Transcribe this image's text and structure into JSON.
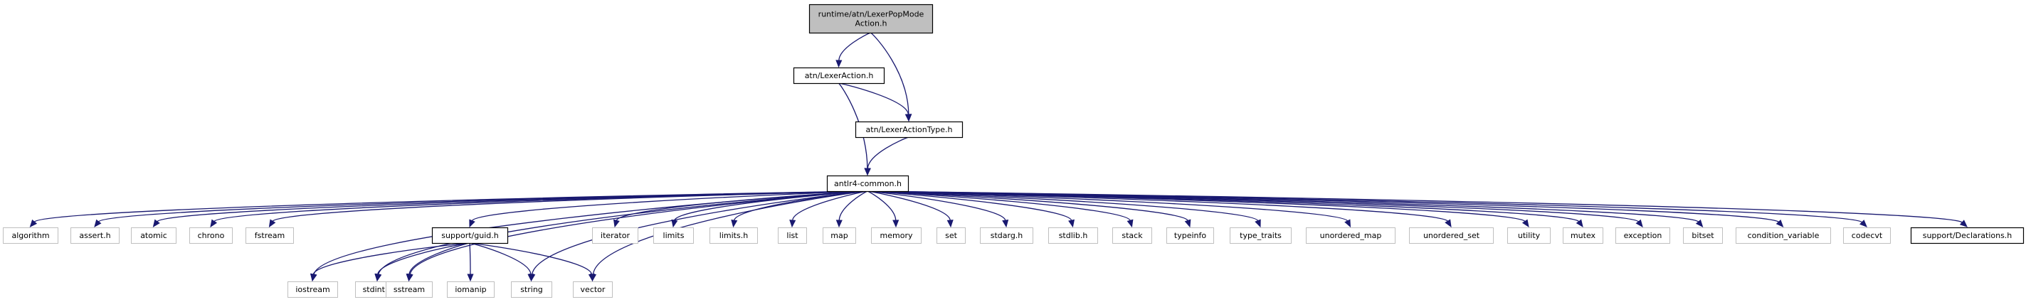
{
  "graph": {
    "nodes": [
      {
        "id": "root",
        "lines": [
          "runtime/atn/LexerPopMode",
          "Action.h"
        ],
        "style": "root"
      },
      {
        "id": "lexeraction",
        "lines": [
          "atn/LexerAction.h"
        ],
        "style": "doc"
      },
      {
        "id": "lexeractiontype",
        "lines": [
          "atn/LexerActionType.h"
        ],
        "style": "doc"
      },
      {
        "id": "common",
        "lines": [
          "antlr4-common.h"
        ],
        "style": "doc"
      },
      {
        "id": "algorithm",
        "lines": [
          "algorithm"
        ],
        "style": "ext"
      },
      {
        "id": "assert",
        "lines": [
          "assert.h"
        ],
        "style": "ext"
      },
      {
        "id": "atomic",
        "lines": [
          "atomic"
        ],
        "style": "ext"
      },
      {
        "id": "chrono",
        "lines": [
          "chrono"
        ],
        "style": "ext"
      },
      {
        "id": "fstream",
        "lines": [
          "fstream"
        ],
        "style": "ext"
      },
      {
        "id": "guid",
        "lines": [
          "support/guid.h"
        ],
        "style": "doc"
      },
      {
        "id": "iterator",
        "lines": [
          "iterator"
        ],
        "style": "ext"
      },
      {
        "id": "limits",
        "lines": [
          "limits"
        ],
        "style": "ext"
      },
      {
        "id": "limitsh",
        "lines": [
          "limits.h"
        ],
        "style": "ext"
      },
      {
        "id": "list",
        "lines": [
          "list"
        ],
        "style": "ext"
      },
      {
        "id": "map",
        "lines": [
          "map"
        ],
        "style": "ext"
      },
      {
        "id": "memory",
        "lines": [
          "memory"
        ],
        "style": "ext"
      },
      {
        "id": "set",
        "lines": [
          "set"
        ],
        "style": "ext"
      },
      {
        "id": "stdarg",
        "lines": [
          "stdarg.h"
        ],
        "style": "ext"
      },
      {
        "id": "stdlib",
        "lines": [
          "stdlib.h"
        ],
        "style": "ext"
      },
      {
        "id": "stack",
        "lines": [
          "stack"
        ],
        "style": "ext"
      },
      {
        "id": "typeinfo",
        "lines": [
          "typeinfo"
        ],
        "style": "ext"
      },
      {
        "id": "type_traits",
        "lines": [
          "type_traits"
        ],
        "style": "ext"
      },
      {
        "id": "unordered_map",
        "lines": [
          "unordered_map"
        ],
        "style": "ext"
      },
      {
        "id": "unordered_set",
        "lines": [
          "unordered_set"
        ],
        "style": "ext"
      },
      {
        "id": "utility",
        "lines": [
          "utility"
        ],
        "style": "ext"
      },
      {
        "id": "mutex",
        "lines": [
          "mutex"
        ],
        "style": "ext"
      },
      {
        "id": "exception",
        "lines": [
          "exception"
        ],
        "style": "ext"
      },
      {
        "id": "bitset",
        "lines": [
          "bitset"
        ],
        "style": "ext"
      },
      {
        "id": "condition_variable",
        "lines": [
          "condition_variable"
        ],
        "style": "ext"
      },
      {
        "id": "codecvt",
        "lines": [
          "codecvt"
        ],
        "style": "ext"
      },
      {
        "id": "declarations",
        "lines": [
          "support/Declarations.h"
        ],
        "style": "doc"
      },
      {
        "id": "iostream",
        "lines": [
          "iostream"
        ],
        "style": "ext"
      },
      {
        "id": "stdint",
        "lines": [
          "stdint.h"
        ],
        "style": "ext"
      },
      {
        "id": "sstream",
        "lines": [
          "sstream"
        ],
        "style": "ext"
      },
      {
        "id": "iomanip",
        "lines": [
          "iomanip"
        ],
        "style": "ext"
      },
      {
        "id": "string",
        "lines": [
          "string"
        ],
        "style": "ext"
      },
      {
        "id": "vector",
        "lines": [
          "vector"
        ],
        "style": "ext"
      }
    ],
    "edges": [
      [
        "root",
        "lexeraction"
      ],
      [
        "root",
        "lexeractiontype"
      ],
      [
        "lexeraction",
        "lexeractiontype"
      ],
      [
        "lexeraction",
        "common"
      ],
      [
        "lexeractiontype",
        "common"
      ],
      [
        "common",
        "algorithm"
      ],
      [
        "common",
        "assert"
      ],
      [
        "common",
        "atomic"
      ],
      [
        "common",
        "chrono"
      ],
      [
        "common",
        "fstream"
      ],
      [
        "common",
        "iostream"
      ],
      [
        "common",
        "stdint"
      ],
      [
        "common",
        "sstream"
      ],
      [
        "common",
        "guid"
      ],
      [
        "common",
        "string"
      ],
      [
        "common",
        "vector"
      ],
      [
        "common",
        "iterator"
      ],
      [
        "common",
        "limits"
      ],
      [
        "common",
        "limitsh"
      ],
      [
        "common",
        "list"
      ],
      [
        "common",
        "map"
      ],
      [
        "common",
        "memory"
      ],
      [
        "common",
        "set"
      ],
      [
        "common",
        "stdarg"
      ],
      [
        "common",
        "stdlib"
      ],
      [
        "common",
        "stack"
      ],
      [
        "common",
        "typeinfo"
      ],
      [
        "common",
        "type_traits"
      ],
      [
        "common",
        "unordered_map"
      ],
      [
        "common",
        "unordered_set"
      ],
      [
        "common",
        "utility"
      ],
      [
        "common",
        "mutex"
      ],
      [
        "common",
        "exception"
      ],
      [
        "common",
        "bitset"
      ],
      [
        "common",
        "condition_variable"
      ],
      [
        "common",
        "codecvt"
      ],
      [
        "common",
        "declarations"
      ],
      [
        "guid",
        "iostream"
      ],
      [
        "guid",
        "stdint"
      ],
      [
        "guid",
        "sstream"
      ],
      [
        "guid",
        "iomanip"
      ],
      [
        "guid",
        "string"
      ],
      [
        "guid",
        "vector"
      ]
    ],
    "colors": {
      "edge": "#191970",
      "root_fill": "#bfbfbf",
      "root_border": "#000000",
      "doc_fill": "#ffffff",
      "doc_border": "#000000",
      "ext_fill": "#ffffff",
      "ext_border": "#bfbfbf"
    }
  }
}
